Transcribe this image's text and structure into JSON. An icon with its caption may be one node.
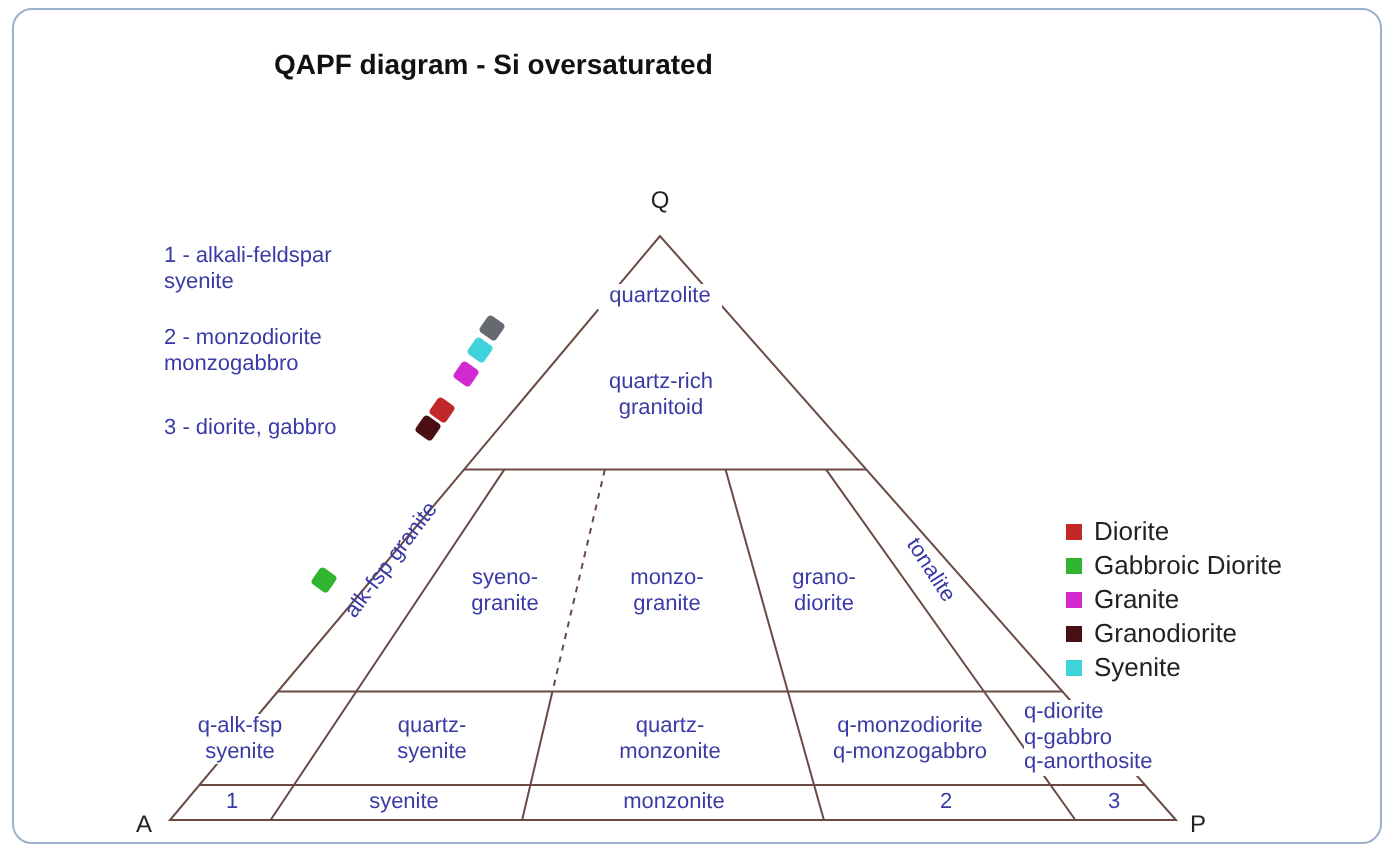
{
  "diagram": {
    "title": "QAPF diagram - Si oversaturated",
    "labels": [
      "Q",
      "1 - alkali-feldspar syenite",
      "quartzolite",
      "2 - monzodiorite monzogabbro",
      "quartz-rich granitoid",
      "3 - diorite, gabbro",
      "alk-fsp granite",
      "syeno- granite",
      "monzo- granite",
      "grano- diorite",
      "tonalite",
      "q-alk-fsp syenite",
      "quartz- syenite",
      "quartz- monzonite",
      "q-monzodiorite q-monzogabbro",
      "q-diorite q-gabbro q-anorthosite",
      "A",
      "1",
      "syenite",
      "monzonite",
      "2",
      "3",
      "P"
    ],
    "legend": [
      {
        "text": "Diorite",
        "color": "#c0282a"
      },
      {
        "text": "Gabbroic Diorite",
        "color": "#2fb52f"
      },
      {
        "text": "Granite",
        "color": "#d02ad0"
      },
      {
        "text": "Granodiorite",
        "color": "#4a0f12"
      },
      {
        "text": "Syenite",
        "color": "#3fd3dc"
      }
    ]
  }
}
